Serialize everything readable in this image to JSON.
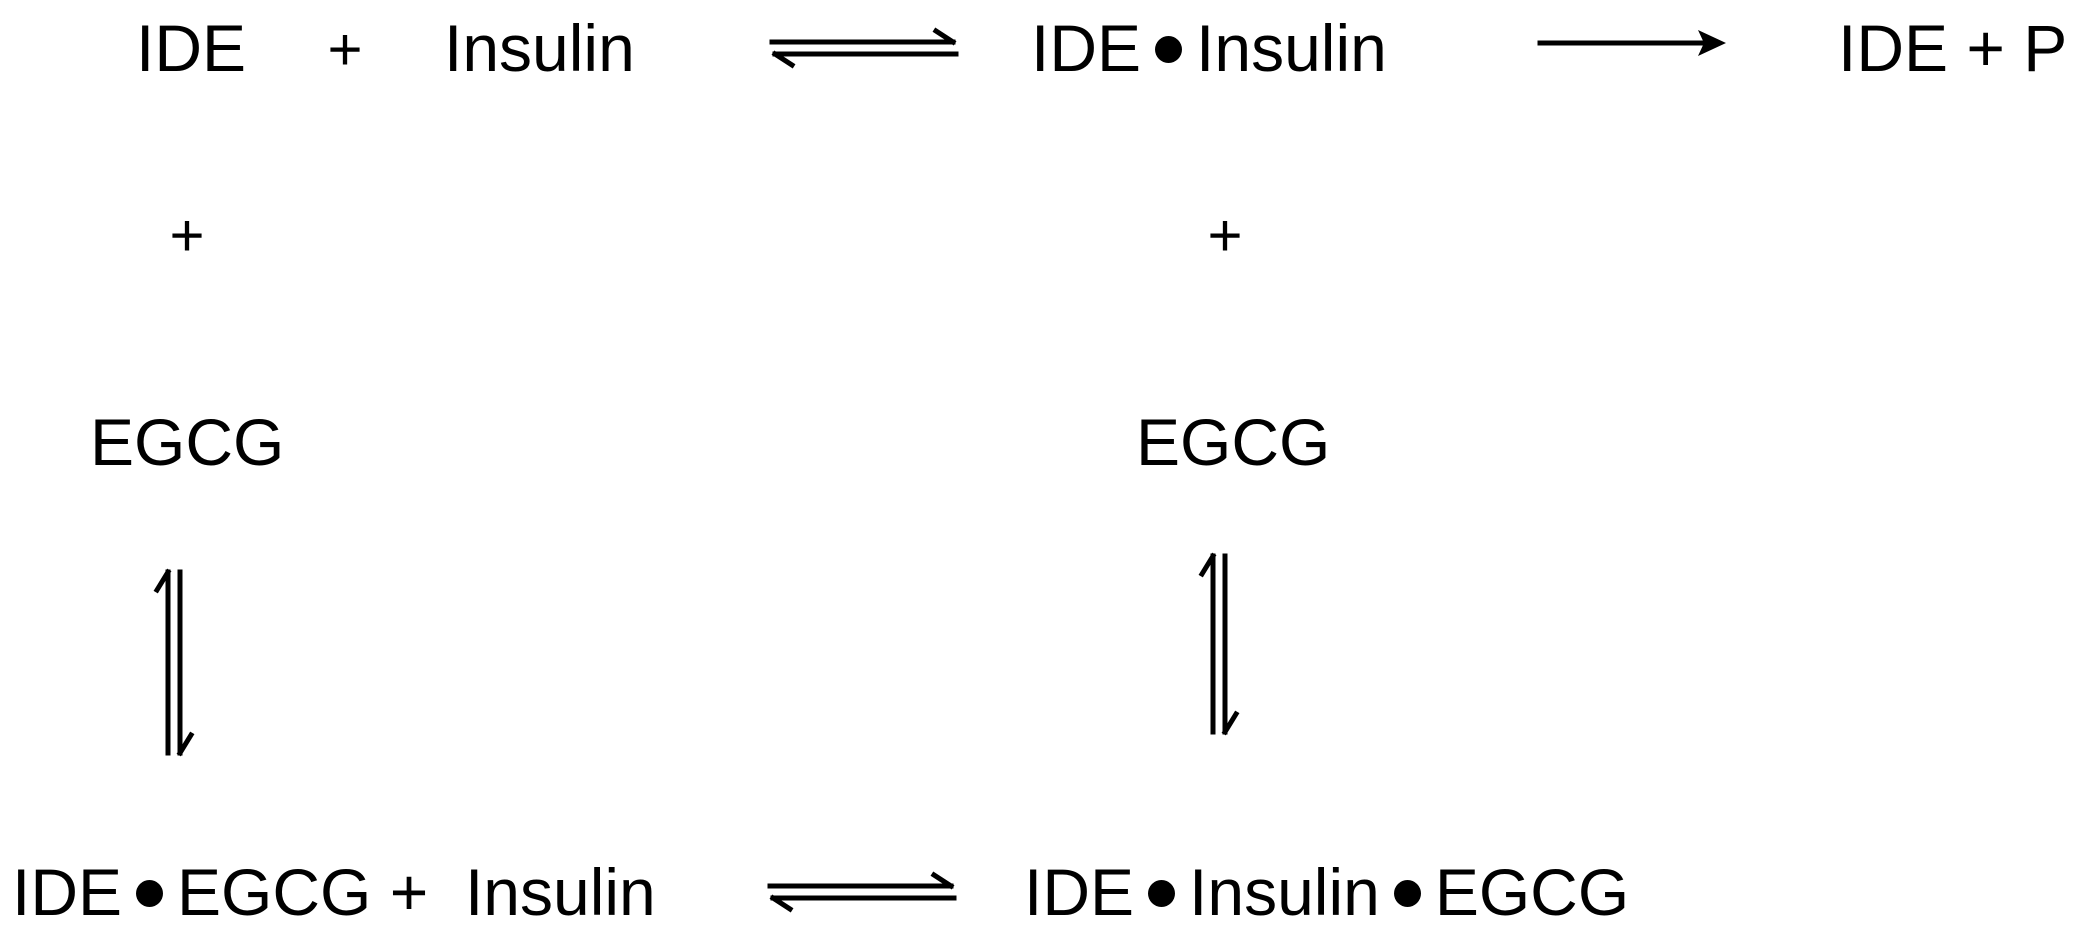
{
  "species": {
    "ide": "IDE",
    "insulin": "Insulin",
    "egcg": "EGCG",
    "products": "P"
  },
  "operators": {
    "plus": "+"
  },
  "complexes": {
    "ide_insulin": [
      "IDE",
      "Insulin"
    ],
    "ide_egcg": [
      "IDE",
      "EGCG"
    ],
    "ternary": [
      "IDE",
      "Insulin",
      "EGCG"
    ]
  }
}
